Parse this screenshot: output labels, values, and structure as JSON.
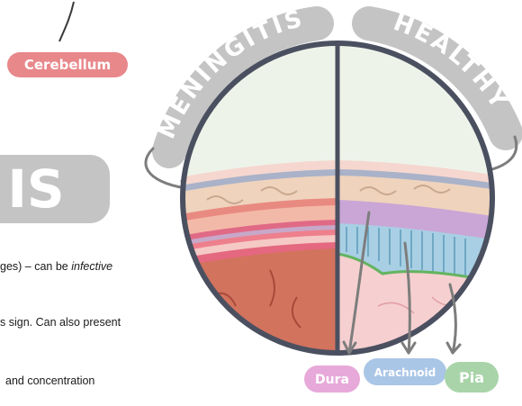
{
  "labels": {
    "cerebellum": "Cerebellum",
    "meningitis": "MENINGITIS",
    "healthy": "HEALTHY",
    "title_fragment": "IS",
    "dura": "Dura",
    "arachnoid": "Arachnoid",
    "pia": "Pia"
  },
  "text_lines": {
    "line1_a": "ges) – can be ",
    "line1_b": "infective",
    "line2": "s sign. Can also present",
    "line3": "and concentration"
  },
  "colors": {
    "cerebellum_tag": "#e8888b",
    "banner_grey": "#c4c4c4",
    "title_grey": "#bdbdbd",
    "dura_tag": "#e7a9d9",
    "arachnoid_tag": "#aac6e6",
    "pia_tag": "#a9d4a9",
    "circle_outline": "#4b5060",
    "arrow_grey": "#7d7d7d"
  }
}
